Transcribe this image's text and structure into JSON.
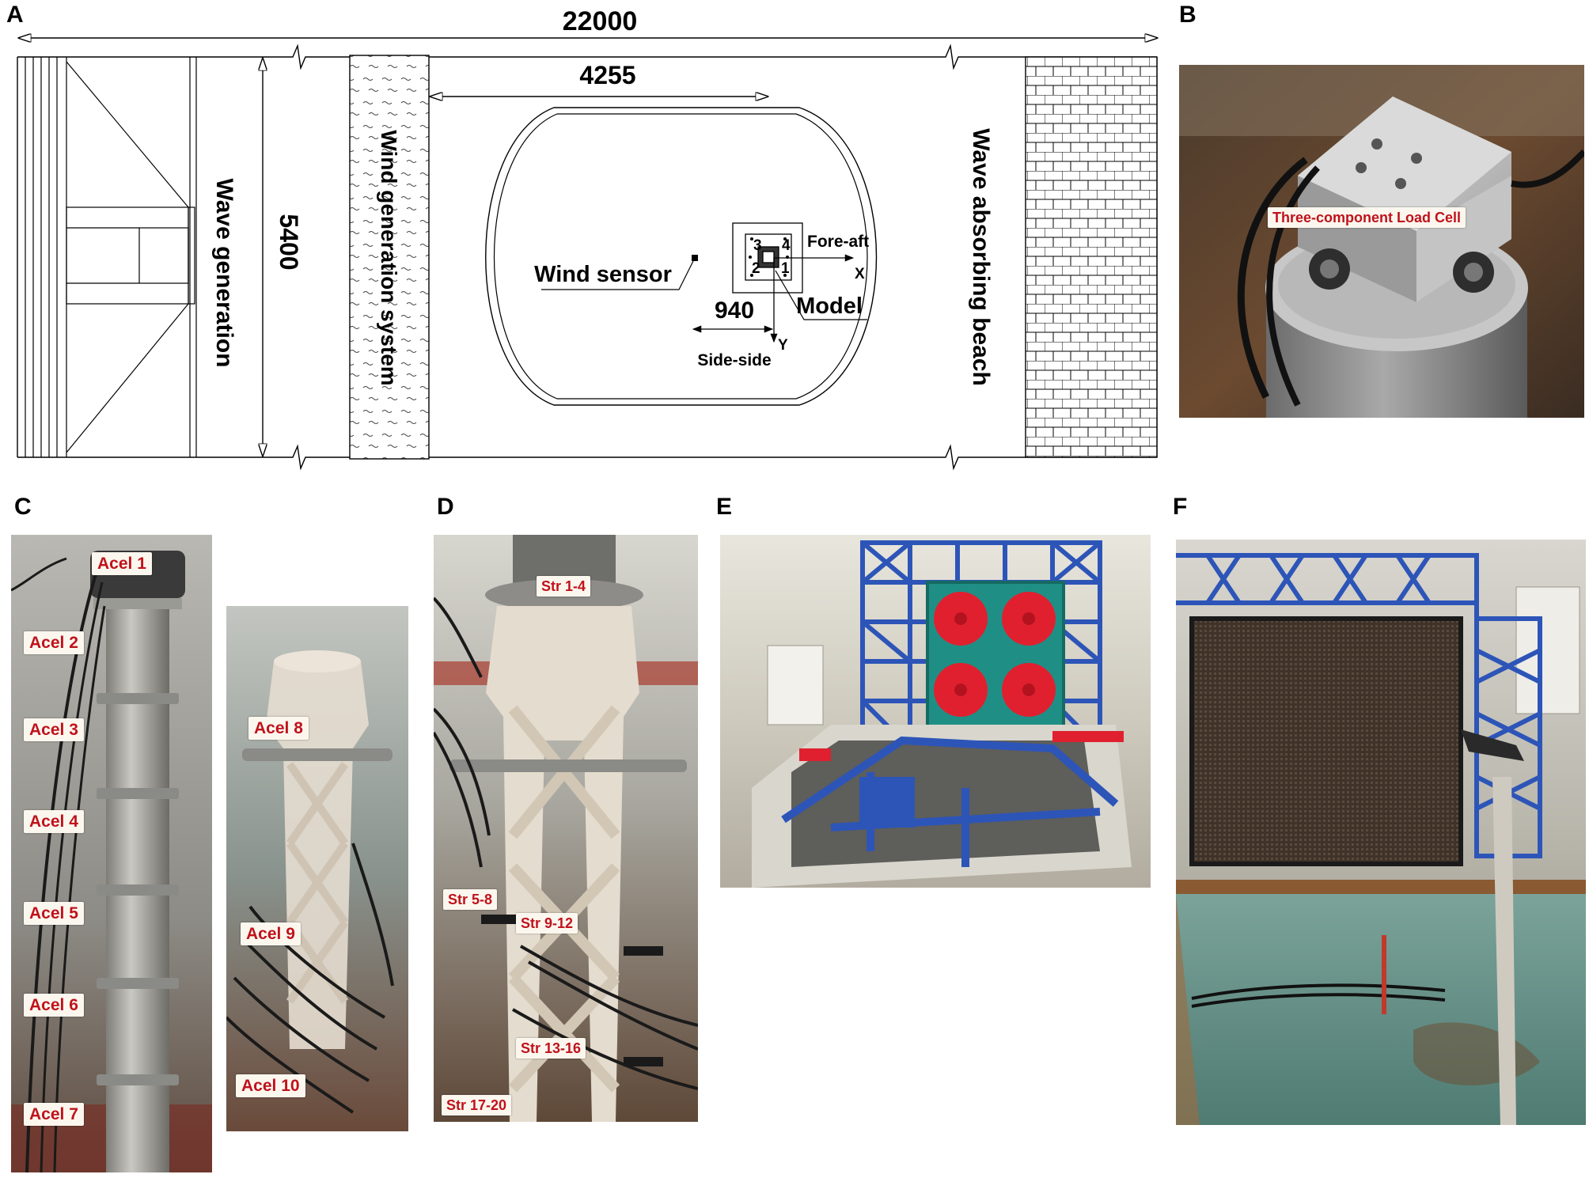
{
  "panels": {
    "a": "A",
    "b": "B",
    "c": "C",
    "d": "D",
    "e": "E",
    "f": "F"
  },
  "diagram": {
    "dim_length": "22000",
    "dim_width": "5400",
    "dim_distance": "4255",
    "dim_offset": "940",
    "wave_generation": "Wave generation",
    "wind_generation_system": "Wind generation system",
    "wave_absorbing_beach": "Wave absorbing beach",
    "wind_sensor": "Wind sensor",
    "model": "Model",
    "fore_aft": "Fore-aft",
    "side_side": "Side-side",
    "axis_x": "X",
    "axis_y": "Y",
    "leg_1": "1",
    "leg_2": "2",
    "leg_3": "3",
    "leg_4": "4"
  },
  "photo_b": {
    "label": "Three-component Load Cell"
  },
  "photo_c": {
    "labels": [
      "Acel 1",
      "Acel 2",
      "Acel 3",
      "Acel 4",
      "Acel 5",
      "Acel 6",
      "Acel 7",
      "Acel 8",
      "Acel 9",
      "Acel 10"
    ]
  },
  "photo_d": {
    "labels": [
      "Str 1-4",
      "Str 5-8",
      "Str 9-12",
      "Str 13-16",
      "Str 17-20"
    ]
  },
  "colors": {
    "label_text": "#c0121b",
    "frame_blue": "#2d55b8",
    "fan_red": "#e0202f",
    "water": "#5f8e86"
  }
}
